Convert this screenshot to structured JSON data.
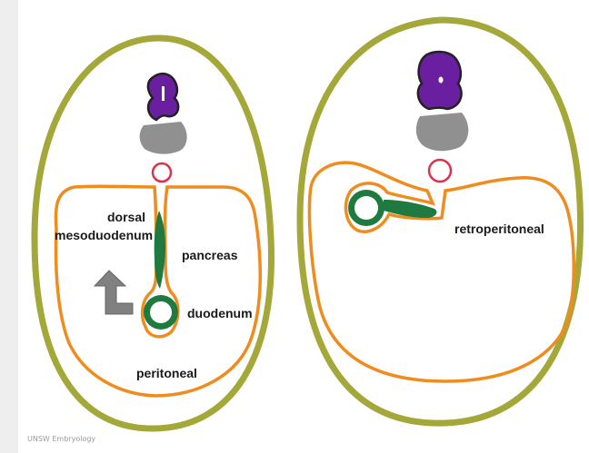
{
  "labels": {
    "dorsal": "dorsal",
    "mesoduodenum": "mesoduodenum",
    "pancreas": "pancreas",
    "duodenum": "duodenum",
    "peritoneal": "peritoneal",
    "retroperitoneal": "retroperitoneal"
  },
  "credit": "UNSW Embryology",
  "colors": {
    "body_wall": "#a3a839",
    "peritoneum": "#f08c1e",
    "gut_tissue": "#1f7a3f",
    "neural_tube": "#6a1fa0",
    "vertebra": "#909090",
    "aorta": "#e0304a",
    "rotation_arrow": "#808080",
    "sidebar": "#eeeeee"
  },
  "icons": [
    "rotation-arrow-icon"
  ]
}
